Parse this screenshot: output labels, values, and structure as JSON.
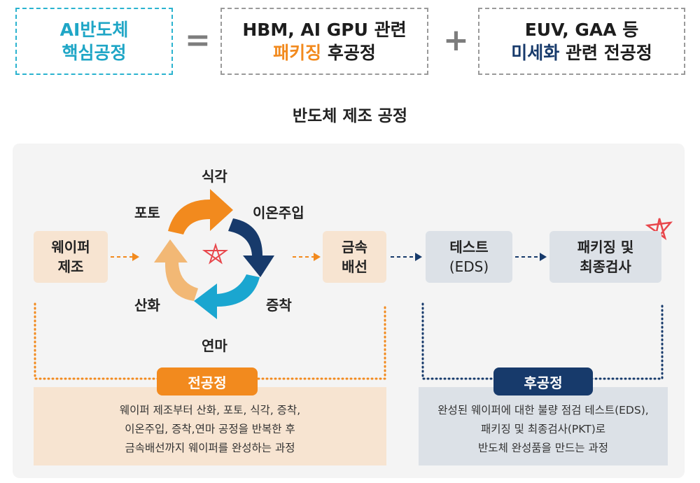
{
  "equation": {
    "core": {
      "line1": "AI반도체",
      "line2": "핵심공정"
    },
    "equals": "=",
    "packaging": {
      "line1": "HBM, AI GPU 관련",
      "highlight": "패키징",
      "rest": " 후공정"
    },
    "plus": "+",
    "frontend": {
      "line1": "EUV, GAA 등",
      "highlight": "미세화",
      "rest": " 관련 전공정"
    }
  },
  "diagram_title": "반도체 제조 공정",
  "stages": {
    "wafer": "웨이퍼\n제조",
    "metal": "금속\n배선",
    "test": {
      "name": "테스트",
      "sub": "(EDS)"
    },
    "package": "패키징 및\n최종검사"
  },
  "cycle": {
    "etch": "식각",
    "implant": "이온주입",
    "deposition": "증착",
    "polish": "연마",
    "oxidation": "산화",
    "photo": "포토"
  },
  "front_end": {
    "label": "전공정",
    "desc": [
      "웨이퍼 제조부터 산화, 포토, 식각, 증착,",
      "이온주입, 증착,연마 공정을 반복한 후",
      "금속배선까지 웨이퍼를 완성하는 과정"
    ]
  },
  "back_end": {
    "label": "후공정",
    "desc": [
      "완성된 웨이퍼에 대한 불량 점검 테스트(EDS),",
      "패키징 및 최종검사(PKT)로",
      "반도체 완성품을 만드는 과정"
    ]
  },
  "colors": {
    "cyan": "#2bb3cf",
    "orange": "#f28a1e",
    "light_orange": "#f2b875",
    "navy": "#173a6b",
    "sky": "#1aa6d0",
    "red_mark": "#e8474c"
  }
}
